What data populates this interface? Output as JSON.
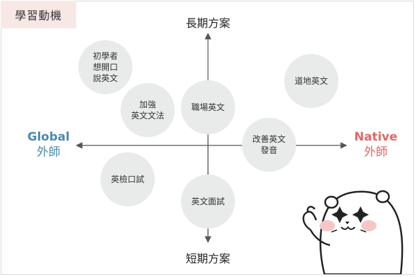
{
  "title": "學習動機",
  "axes": {
    "top": "長期方案",
    "bottom": "短期方案",
    "left": {
      "line1": "Global",
      "line2": "外師",
      "color": "#4a8ab0"
    },
    "right": {
      "line1": "Native",
      "line2": "外師",
      "color": "#e06666"
    }
  },
  "bubbles": [
    {
      "text": "初學者\n想開口\n說英文"
    },
    {
      "text": "加強\n英文文法"
    },
    {
      "text": "職場英文"
    },
    {
      "text": "道地英文"
    },
    {
      "text": "改善英文\n發音"
    },
    {
      "text": "英檢口試"
    },
    {
      "text": "英文面試"
    }
  ],
  "colors": {
    "tag_bg": "#f7e8e6",
    "bubble_bg": "#e8ebea",
    "axis": "#555555"
  },
  "mascot": {
    "icon": "otter-mascot-icon"
  }
}
